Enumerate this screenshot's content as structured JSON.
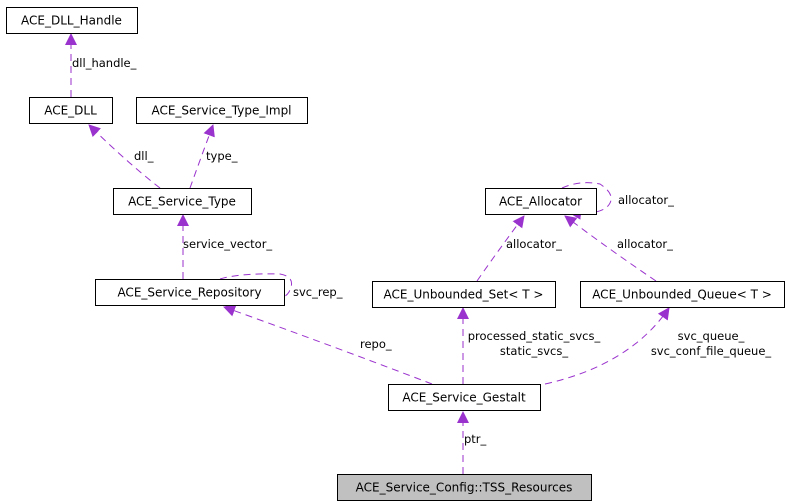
{
  "diagram": {
    "type": "collaboration-graph",
    "edge_color": "#9a32cd",
    "node_fill_default": "#ffffff",
    "node_fill_focus": "#c0c0c0",
    "nodes": [
      {
        "id": "dll_handle",
        "label": "ACE_DLL_Handle"
      },
      {
        "id": "dll",
        "label": "ACE_DLL"
      },
      {
        "id": "type_impl",
        "label": "ACE_Service_Type_Impl"
      },
      {
        "id": "service_type",
        "label": "ACE_Service_Type"
      },
      {
        "id": "allocator",
        "label": "ACE_Allocator"
      },
      {
        "id": "repository",
        "label": "ACE_Service_Repository"
      },
      {
        "id": "unbounded_set",
        "label": "ACE_Unbounded_Set< T >"
      },
      {
        "id": "unbounded_queue",
        "label": "ACE_Unbounded_Queue< T >"
      },
      {
        "id": "gestalt",
        "label": "ACE_Service_Gestalt"
      },
      {
        "id": "tss_resources",
        "label": "ACE_Service_Config::TSS_Resources",
        "focus": true
      }
    ],
    "edges": [
      {
        "from": "dll",
        "to": "dll_handle",
        "label": [
          "dll_handle_"
        ]
      },
      {
        "from": "service_type",
        "to": "dll",
        "label": [
          "dll_"
        ]
      },
      {
        "from": "service_type",
        "to": "type_impl",
        "label": [
          "type_"
        ]
      },
      {
        "from": "repository",
        "to": "service_type",
        "label": [
          "service_vector_"
        ]
      },
      {
        "from": "repository",
        "to": "repository",
        "label": [
          "svc_rep_"
        ]
      },
      {
        "from": "allocator",
        "to": "allocator",
        "label": [
          "allocator_"
        ]
      },
      {
        "from": "unbounded_set",
        "to": "allocator",
        "label": [
          "allocator_"
        ]
      },
      {
        "from": "unbounded_queue",
        "to": "allocator",
        "label": [
          "allocator_"
        ]
      },
      {
        "from": "gestalt",
        "to": "repository",
        "label": [
          "repo_"
        ]
      },
      {
        "from": "gestalt",
        "to": "unbounded_set",
        "label": [
          "processed_static_svcs_",
          "static_svcs_"
        ]
      },
      {
        "from": "gestalt",
        "to": "unbounded_queue",
        "label": [
          "svc_queue_",
          "svc_conf_file_queue_"
        ]
      },
      {
        "from": "tss_resources",
        "to": "gestalt",
        "label": [
          "ptr_"
        ]
      }
    ]
  }
}
